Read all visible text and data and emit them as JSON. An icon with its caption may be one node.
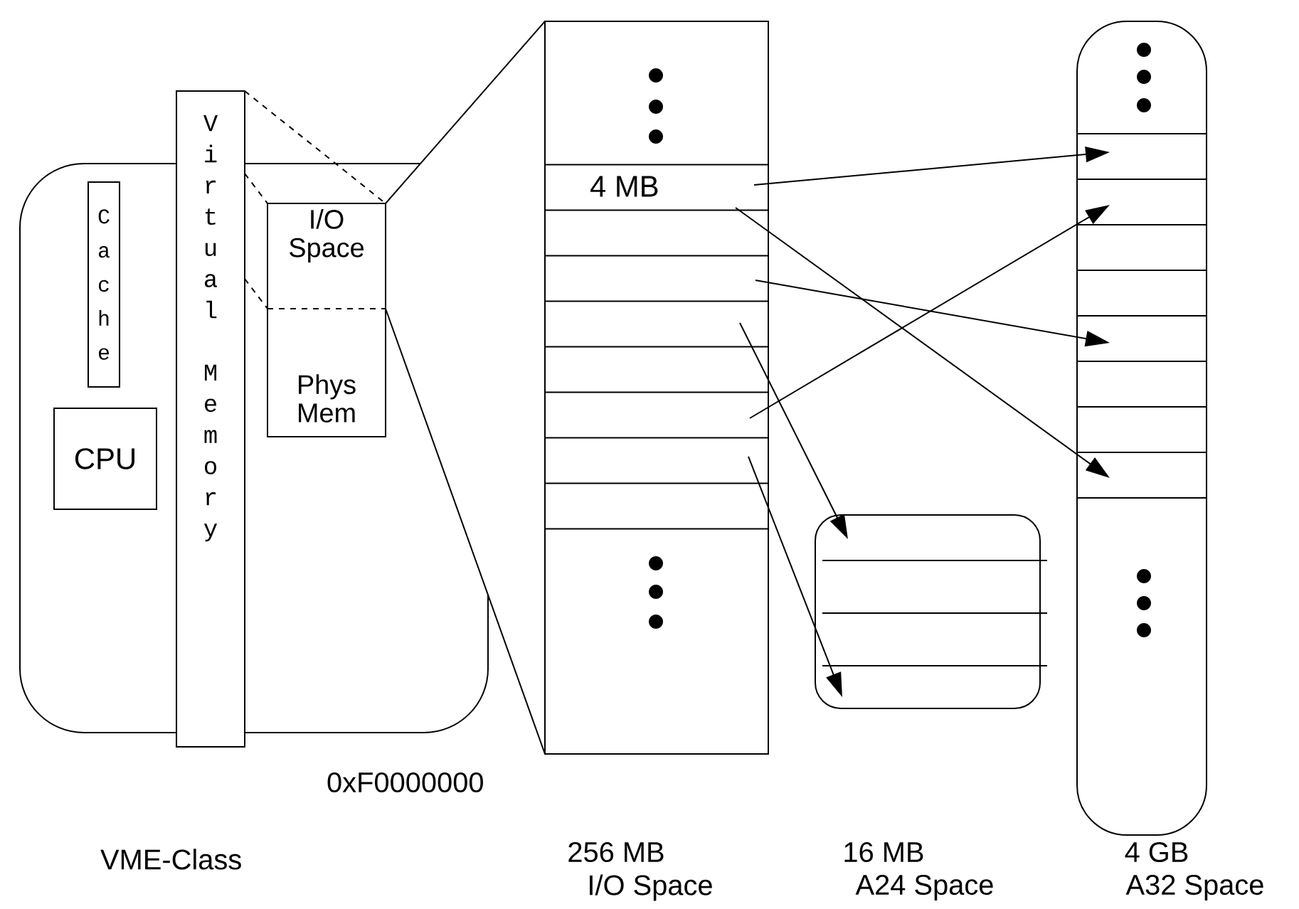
{
  "diagram": {
    "nodes": [
      {
        "text": [],
        "shape": "box"
      },
      {
        "text": [
          "Cache"
        ],
        "in": 0
      },
      {
        "text": [
          "CPU"
        ],
        "in": 0
      },
      {
        "text": [
          "Virtual Memory"
        ]
      },
      {
        "text": [
          "I/O Space",
          "Phys Mem"
        ],
        "in": 0
      },
      {
        "text": [],
        "shape": "box",
        "beside": [
          "256 MB",
          "I/O Space"
        ]
      },
      {
        "text": [],
        "shape": "box",
        "beside": [
          "16 MB",
          "A24 Space"
        ]
      },
      {
        "text": [],
        "shape": "box",
        "beside": [
          "4 GB",
          "A32 Space"
        ]
      }
    ],
    "edges": [
      {
        "from": 3,
        "to": 4,
        "arrow": "none",
        "style": "dashed"
      },
      {
        "from": 3,
        "to": 4,
        "arrow": "none",
        "style": "dashed"
      },
      {
        "from": 3,
        "to": 4,
        "arrow": "none",
        "style": "dashed"
      },
      {
        "from": 4,
        "to": 5,
        "arrow": "none"
      },
      {
        "from": 4,
        "to": 5,
        "arrow": "none"
      },
      {
        "from": 5,
        "to": 7,
        "arrow": "to"
      },
      {
        "from": 5,
        "to": 7,
        "arrow": "to"
      },
      {
        "from": 5,
        "to": 7,
        "arrow": "to"
      },
      {
        "from": 5,
        "to": 6,
        "arrow": "to"
      },
      {
        "from": 5,
        "to": 7,
        "arrow": "to"
      },
      {
        "from": 5,
        "to": 6,
        "arrow": "to"
      }
    ],
    "labels": [
      "4 MB",
      "0xF0000000",
      "VME-Class"
    ]
  }
}
